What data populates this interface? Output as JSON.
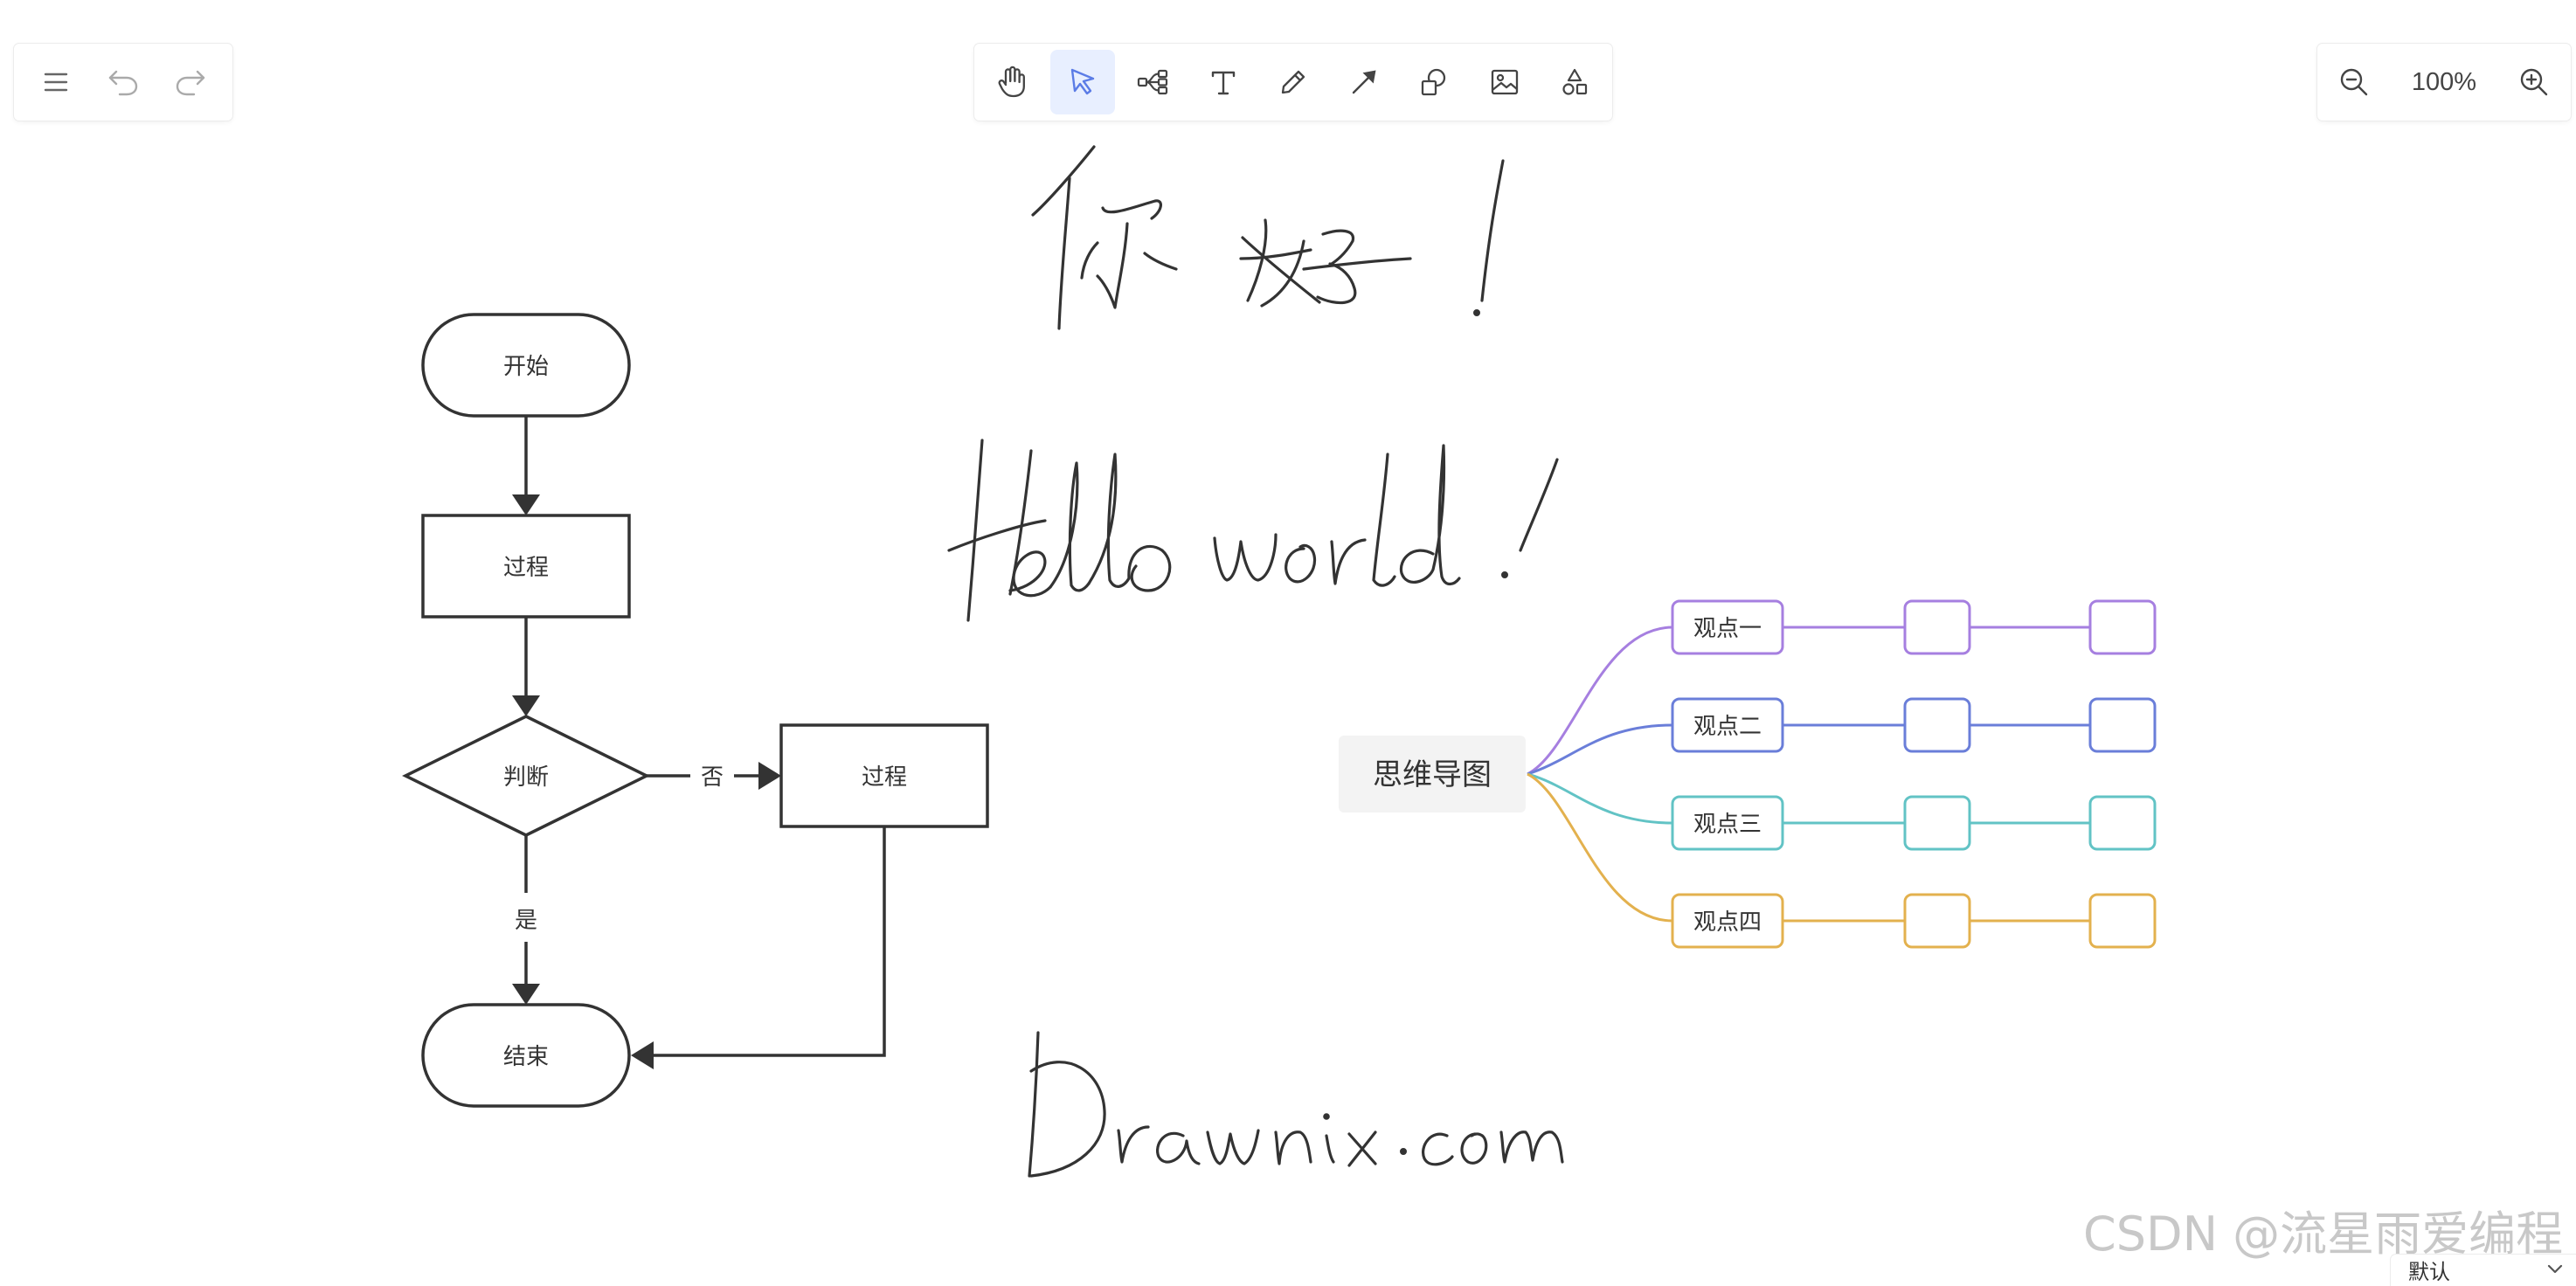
{
  "app_toolbar": {
    "menu_icon": "hamburger-menu-icon",
    "undo_icon": "undo-icon",
    "redo_icon": "redo-icon"
  },
  "main_toolbar": {
    "tools": [
      {
        "name": "hand",
        "icon": "hand-icon"
      },
      {
        "name": "selection",
        "icon": "cursor-arrow-icon",
        "active": true
      },
      {
        "name": "mind-map",
        "icon": "mind-map-icon"
      },
      {
        "name": "text",
        "icon": "text-icon"
      },
      {
        "name": "pen",
        "icon": "pen-icon"
      },
      {
        "name": "arrow",
        "icon": "arrow-line-icon"
      },
      {
        "name": "shape",
        "icon": "shape-icon"
      },
      {
        "name": "image",
        "icon": "image-icon"
      },
      {
        "name": "extra-tools",
        "icon": "extra-shapes-icon"
      }
    ],
    "active_color": "#e8efff",
    "active_icon_color": "#5b7ce6"
  },
  "zoom_toolbar": {
    "zoom_out_icon": "zoom-out-icon",
    "zoom_in_icon": "zoom-in-icon",
    "zoom_level": "100%"
  },
  "flowchart": {
    "start": "开始",
    "process_1": "过程",
    "decision": "判断",
    "process_2": "过程",
    "no_label": "否",
    "yes_label": "是",
    "end": "结束",
    "stroke_color": "#333333"
  },
  "mind_map": {
    "root": "思维导图",
    "branches": [
      {
        "label": "观点一",
        "color": "#a67fe0"
      },
      {
        "label": "观点二",
        "color": "#6a7ed9"
      },
      {
        "label": "观点三",
        "color": "#62c3c5"
      },
      {
        "label": "观点四",
        "color": "#e3b14e"
      }
    ],
    "root_fill": "#f3f3f3"
  },
  "handwriting": {
    "line_1": "你好！",
    "line_2": "Hello world !",
    "line_3": "Drawnix.com"
  },
  "watermark": "CSDN @流星雨爱编程",
  "theme_select": {
    "value": "默认",
    "icon": "chevron-down-icon"
  }
}
